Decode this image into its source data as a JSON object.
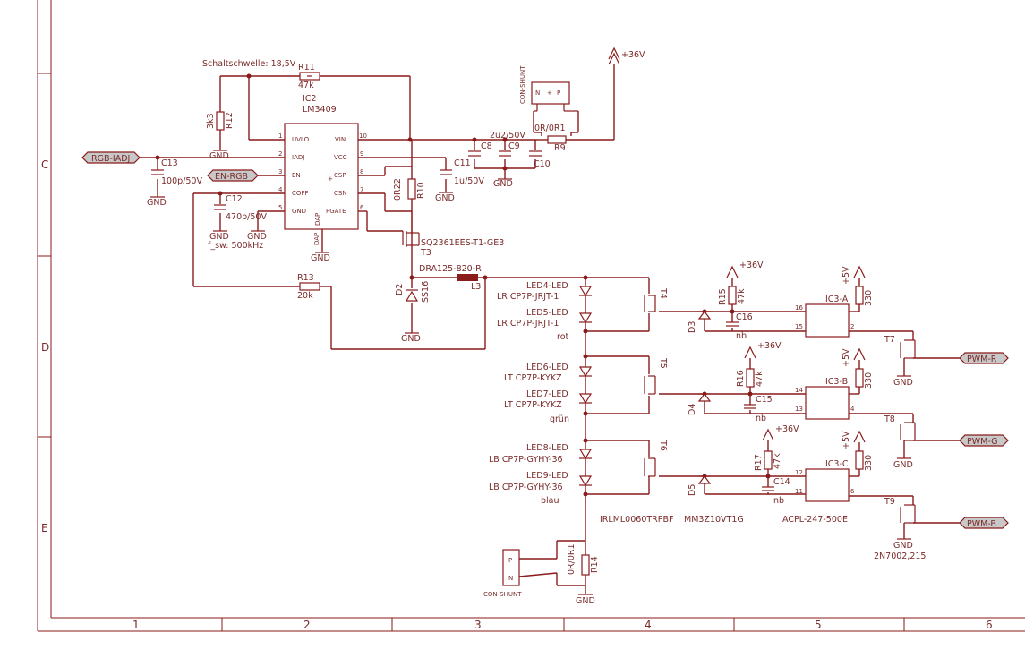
{
  "frame": {
    "columns": [
      "1",
      "2",
      "3",
      "4",
      "5",
      "6"
    ],
    "rows": [
      "C",
      "D",
      "E"
    ]
  },
  "ports": {
    "rgb_iadj": "RGB-IADJ",
    "en_rgb": "EN-RGB",
    "pwm_r": "PWM-R",
    "pwm_g": "PWM-G",
    "pwm_b": "PWM-B"
  },
  "supply": {
    "v36": "+36V",
    "v5": "+5V",
    "gnd": "GND"
  },
  "ic2": {
    "name": "IC2",
    "value": "LM3409",
    "pins_left": [
      "UVLO",
      "IADJ",
      "EN",
      "COFF",
      "GND"
    ],
    "pins_left_num": [
      "1",
      "2",
      "3",
      "4",
      "5"
    ],
    "pins_right": [
      "VIN",
      "VCC",
      "CSP",
      "CSN",
      "PGATE"
    ],
    "pins_right_num": [
      "10",
      "9",
      "8",
      "7",
      "6"
    ],
    "pin_dap": "DAP"
  },
  "parts": {
    "r11": {
      "name": "R11",
      "value": "47k"
    },
    "r12": {
      "name": "R12",
      "value": "3k3"
    },
    "r13": {
      "name": "R13",
      "value": "20k"
    },
    "r10": {
      "name": "R10",
      "value": "0R22"
    },
    "r9": {
      "name": "R9",
      "value": "0R/0R1"
    },
    "r14": {
      "name": "R14",
      "value": "0R/0R1"
    },
    "r15": {
      "name": "R15",
      "value": "47k"
    },
    "r16": {
      "name": "R16",
      "value": "47k"
    },
    "r17": {
      "name": "R17",
      "value": "47k"
    },
    "r18": {
      "value": "330"
    },
    "r19": {
      "value": "330"
    },
    "r20": {
      "value": "330"
    },
    "c13": {
      "name": "C13",
      "value": "100p/50V"
    },
    "c12": {
      "name": "C12",
      "value": "470p/50V"
    },
    "c11": {
      "name": "C11",
      "value": "1u/50V"
    },
    "c8": {
      "name": "C8"
    },
    "c9": {
      "name": "C9",
      "value": "2u2/50V"
    },
    "c10": {
      "name": "C10"
    },
    "c14": {
      "name": "C14",
      "value": "nb"
    },
    "c15": {
      "name": "C15",
      "value": "nb"
    },
    "c16": {
      "name": "C16",
      "value": "nb"
    },
    "t3": {
      "name": "T3",
      "value": "SQ2361EES-T1-GE3"
    },
    "d2": {
      "name": "D2",
      "value": "SS16"
    },
    "l3": {
      "name": "L3",
      "value": "DRA125-820-R"
    },
    "t4": {
      "name": "T4"
    },
    "t5": {
      "name": "T5"
    },
    "t6": {
      "name": "T6"
    },
    "d3": {
      "name": "D3"
    },
    "d4": {
      "name": "D4"
    },
    "d5": {
      "name": "D5"
    },
    "ic3a": {
      "name": "IC3-A"
    },
    "ic3b": {
      "name": "IC3-B"
    },
    "ic3c": {
      "name": "IC3-C"
    },
    "t7": {
      "name": "T7"
    },
    "t8": {
      "name": "T8"
    },
    "t9": {
      "name": "T9"
    }
  },
  "leds": [
    {
      "name": "LED4-LED",
      "value": "LR CP7P-JRJT-1"
    },
    {
      "name": "LED5-LED",
      "value": "LR CP7P-JRJT-1"
    },
    {
      "name": "LED6-LED",
      "value": "LT CP7P-KYKZ"
    },
    {
      "name": "LED7-LED",
      "value": "LT CP7P-KYKZ"
    },
    {
      "name": "LED8-LED",
      "value": "LB CP7P-GYHY-36"
    },
    {
      "name": "LED9-LED",
      "value": "LB CP7P-GYHY-36"
    }
  ],
  "notes": {
    "schaltschwelle": "Schaltschwelle: 18,5V",
    "f_sw": "f_sw: 500kHz",
    "rot": "rot",
    "gruen": "grün",
    "blau": "blau",
    "t_fet": "IRLML0060TRPBF",
    "d_zener": "MM3Z10VT1G",
    "opto": "ACPL-247-500E",
    "nfet": "2N7002,215",
    "con_shunt": "CON-SHUNT",
    "shunt_pins": [
      "N",
      "+",
      "P"
    ],
    "shunt_pins_b": [
      "P",
      "N"
    ],
    "pin_16": "16",
    "pin_15": "15",
    "pin_14": "14",
    "pin_13": "13",
    "pin_12": "12",
    "pin_11": "11",
    "pin_2": "2",
    "pin_4": "4",
    "pin_6": "6"
  }
}
